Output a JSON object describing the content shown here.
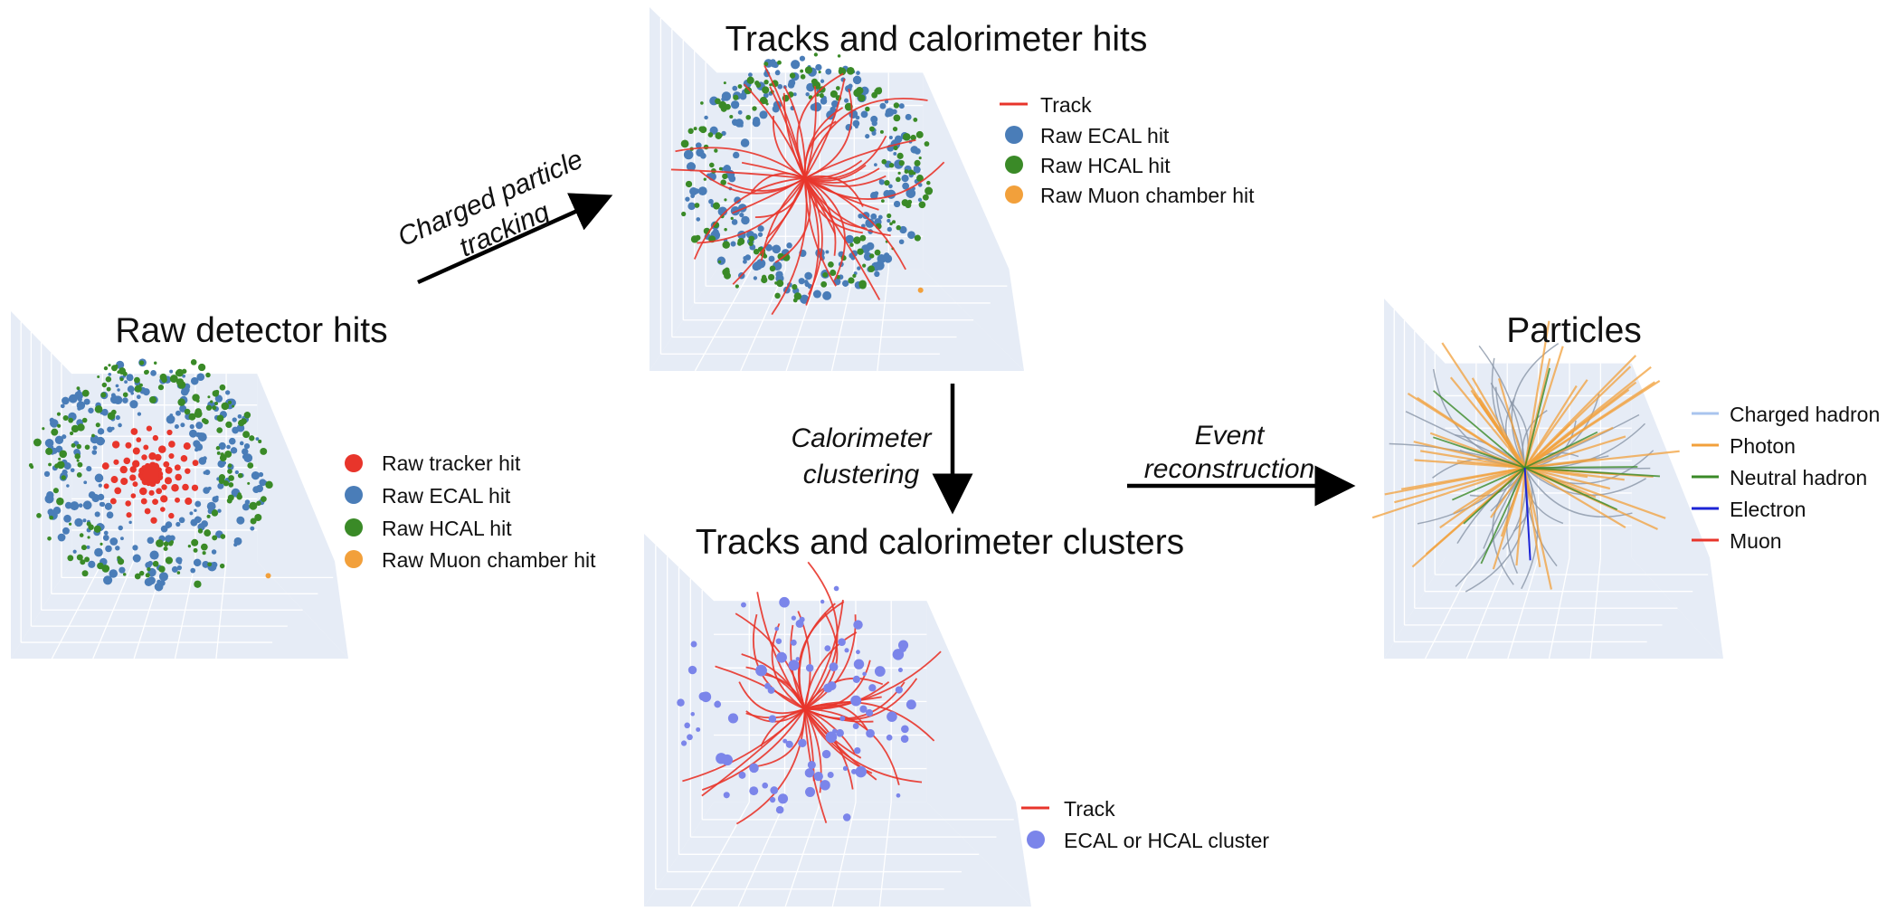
{
  "colors": {
    "tracker": "#e8352b",
    "ecal": "#4a7db8",
    "hcal": "#3a8a27",
    "muon": "#f2a03b",
    "track": "#e8352b",
    "cluster": "#7b85ea",
    "charged_hadron": "#a9c4ee",
    "photon": "#f2a03b",
    "neutral_hadron": "#3a8a27",
    "electron": "#1c24d6",
    "muon_particle": "#e8352b",
    "arrow": "#000000",
    "panel_bg": "#e6ecf6",
    "grid": "#ffffff"
  },
  "panels": {
    "raw": {
      "title": "Raw detector hits",
      "legend": [
        "Raw tracker hit",
        "Raw ECAL hit",
        "Raw HCAL hit",
        "Raw Muon chamber hit"
      ]
    },
    "tracks_hits": {
      "title": "Tracks and calorimeter hits",
      "legend": [
        "Track",
        "Raw ECAL hit",
        "Raw HCAL hit",
        "Raw Muon chamber hit"
      ]
    },
    "tracks_clusters": {
      "title": "Tracks and calorimeter clusters",
      "legend": [
        "Track",
        "ECAL or HCAL cluster"
      ]
    },
    "particles": {
      "title": "Particles",
      "legend": [
        "Charged hadron",
        "Photon",
        "Neutral hadron",
        "Electron",
        "Muon"
      ]
    }
  },
  "steps": {
    "tracking": [
      "Charged particle",
      "tracking"
    ],
    "clustering": [
      "Calorimeter",
      "clustering"
    ],
    "reconstruction": [
      "Event",
      "reconstruction"
    ]
  }
}
